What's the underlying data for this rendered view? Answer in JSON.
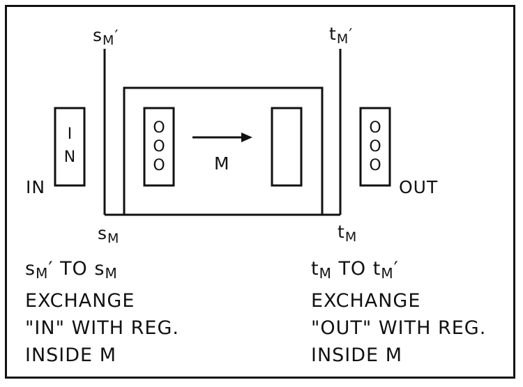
{
  "labels": {
    "sm_prime": {
      "base": "s",
      "sub": "M",
      "prime": "′"
    },
    "tm_prime": {
      "base": "t",
      "sub": "M",
      "prime": "′"
    },
    "sm": {
      "base": "s",
      "sub": "M"
    },
    "tm": {
      "base": "t",
      "sub": "M"
    },
    "in_side": "IN",
    "out_side": "OUT",
    "m_label": "M",
    "in_register": [
      "I",
      "N"
    ],
    "reg_dots": [
      "O",
      "O",
      "O"
    ]
  },
  "notes": {
    "left": {
      "line1": {
        "a": "s",
        "a_sub": "M",
        "a_prime": "′",
        "mid": " TO ",
        "b": "s",
        "b_sub": "M"
      },
      "line2": "EXCHANGE",
      "line3": "\"IN\" WITH REG.",
      "line4": "INSIDE M"
    },
    "right": {
      "line1": {
        "a": "t",
        "a_sub": "M",
        "mid": " TO ",
        "b": "t",
        "b_sub": "M",
        "b_prime": "′"
      },
      "line2": "EXCHANGE",
      "line3": "\"OUT\" WITH REG.",
      "line4": "INSIDE M"
    }
  }
}
